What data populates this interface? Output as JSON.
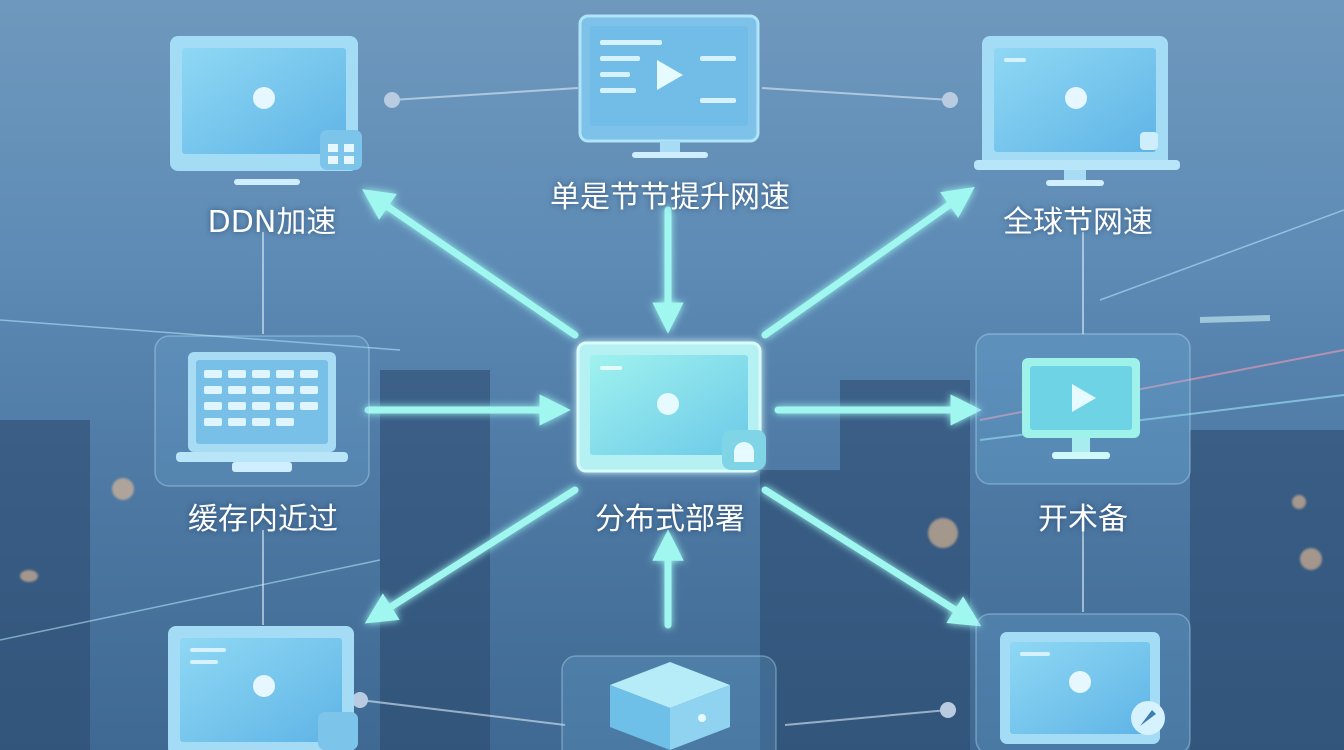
{
  "nodes": {
    "top_left": {
      "label": "DDN加速"
    },
    "top_center": {
      "label": "单是节节提升网速"
    },
    "top_right": {
      "label": "全球节网速"
    },
    "mid_left": {
      "label": "缓存内近过"
    },
    "center": {
      "label": "分布式部署"
    },
    "mid_right": {
      "label": "开术备"
    }
  },
  "colors": {
    "arrow": "#8ff5ee",
    "screen": "#6fc6ee",
    "frame": "#a8e2f7",
    "node_panel": "rgba(120,190,235,0.25)"
  },
  "icons": [
    "monitor-icon",
    "play-icon",
    "lock-icon",
    "server-icon",
    "rocket-icon",
    "grid-icon"
  ]
}
